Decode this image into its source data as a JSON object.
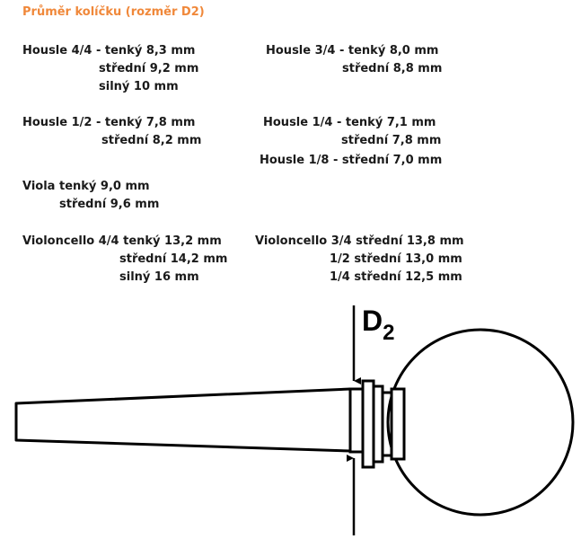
{
  "title": "Průměr kolíčku (rozměr D2)",
  "colors": {
    "title": "#f0883a",
    "text": "#1a1a1a",
    "stroke": "#000000"
  },
  "specs": {
    "housle_44": [
      "Housle 4/4 - tenký 8,3 mm",
      "střední 9,2 mm",
      "silný 10 mm"
    ],
    "housle_34": [
      "Housle 3/4 - tenký 8,0 mm",
      "střední 8,8 mm"
    ],
    "housle_12": [
      "Housle 1/2 - tenký 7,8 mm",
      "střední 8,2 mm"
    ],
    "housle_14": [
      "Housle 1/4 - tenký 7,1 mm",
      "střední 7,8 mm"
    ],
    "housle_18": [
      "Housle 1/8 - střední 7,0 mm"
    ],
    "viola": [
      "Viola tenký 9,0 mm",
      "střední 9,6 mm"
    ],
    "cello_44": [
      "Violoncello 4/4 tenký 13,2 mm",
      "střední 14,2 mm",
      "silný 16 mm"
    ],
    "cello_34": [
      "Violoncello 3/4 střední 13,8 mm",
      "1/2 střední 13,0 mm",
      "1/4 střední 12,5 mm"
    ]
  },
  "diagram": {
    "dimension_label": "D",
    "dimension_subscript": "2"
  }
}
